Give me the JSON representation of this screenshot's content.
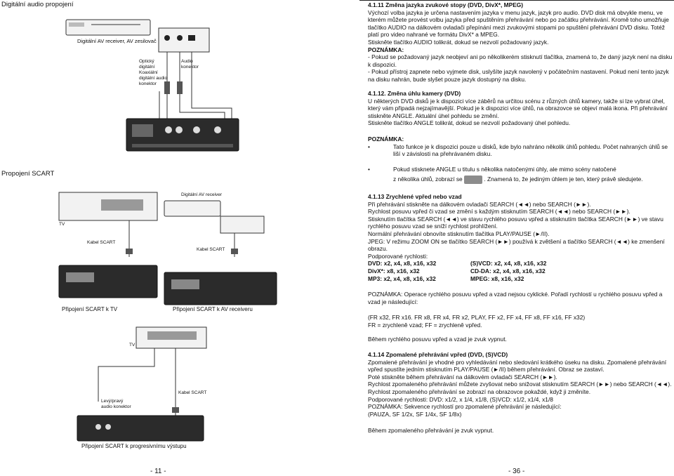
{
  "left": {
    "section1_title": "Digitální audio propojení",
    "section2_title": "Propojení SCART",
    "fig1": {
      "receiver_label": "Digitální AV receiver, AV zesilovač",
      "optical_label_1": "Optický",
      "optical_label_2": "digitální",
      "coax_label_1": "Koaxiální",
      "coax_label_2": "digitální audio",
      "connector_label_1": "konektor",
      "audio_label_1": "Audio",
      "audio_label_2": "konektor"
    },
    "fig2": {
      "av_receiver_label": "Digitální AV receiver",
      "cable_label_tv": "Kabel SCART",
      "cable_label_av": "Kabel SCART",
      "tv_label": "TV",
      "caption_tv": "Připojení SCART k TV",
      "caption_av": "Připojení SCART k AV receiveru"
    },
    "fig3": {
      "tv_label": "TV",
      "cable_label": "Kabel SCART",
      "audio_label_1": "Levý/pravý",
      "audio_label_2": "audio konektor",
      "caption": "Připojení SCART k progresivnímu výstupu"
    },
    "page_number": "- 11 -"
  },
  "right": {
    "s1_title": "4.1.11 Změna jazyka zvukové stopy (DVD, DivX*, MPEG)",
    "s1_p1": "Výchozí volba jazyka je určena nastavením jazyka v menu jazyk, jazyk pro audio. DVD disk má obvykle menu, ve kterém můžete provést volbu jazyka před spuštěním přehrávání nebo po začátku přehrávání. Kromě toho umožňuje tlačítko AUDIO na dálkovém ovladači přepínání mezi zvukovými stopami po spuštění přehrávání DVD disku. Totéž platí pro video nahrané ve formátu DivX* a MPEG.",
    "s1_p2": "Stiskněte tlačítko AUDIO tolikrát, dokud se nezvolí požadovaný jazyk.",
    "s1_note_title": "POZNÁMKA:",
    "s1_note1": "- Pokud se požadovaný jazyk neobjeví ani po několikerém stisknutí tlačítka, znamená to, že daný jazyk není na disku k dispozici.",
    "s1_note2": "- Pokud přístroj zapnete nebo vyjmete disk, uslyšíte jazyk navolený v počátečním nastavení. Pokud není tento jazyk na disku nahrán, bude slyšet pouze jazyk dostupný na disku.",
    "s2_title": "4.1.12. Změna úhlu kamery (DVD)",
    "s2_p1": "U některých DVD disků je k dispozici více záběrů na určitou scénu z různých úhlů kamery, takže si lze vybrat úhel, který vám připadá nejzajímavější. Pokud je k dispozici více úhlů, na obrazovce se objeví malá ikona. Při přehrávání stiskněte ANGLE. Aktuální úhel pohledu se změní.",
    "s2_p2": "Stiskněte tlačítko ANGLE tolikrát, dokud se nezvolí požadovaný úhel pohledu.",
    "s2_note_title": "POZNÁMKA:",
    "s2_bullet1": "Tato funkce je k dispozici pouze u disků, kde bylo nahráno několik úhlů pohledu. Počet nahraných úhlů se liší v závislosti na přehrávaném disku.",
    "s2_bullet2a": "Pokud stisknete ANGLE u titulu s několika natočenými úhly, ale mimo scény natočené",
    "s2_bullet2b": "z několika úhlů, zobrazí se",
    "s2_bullet2c": ". Znamená to, že jediným úhlem je ten, který právě sledujete.",
    "s3_title": "4.1.13 Zrychlené vpřed nebo vzad",
    "s3_l1": "Při přehrávání stiskněte na dálkovém ovladači SEARCH (◄◄) nebo SEARCH (►►).",
    "s3_l2": "Rychlost posuvu vpřed či vzad se změní s každým stisknutím SEARCH (◄◄) nebo SEARCH (►►).",
    "s3_l3": "Stisknutím tlačítka SEARCH (◄◄) ve stavu rychlého posuvu vpřed a stisknutím tlačítka SEARCH (►►) ve stavu rychlého posuvu vzad se sníží rychlost prohlížení.",
    "s3_l4": "Normální přehrávání obnovíte stisknutím tlačítka PLAY/PAUSE (►/II).",
    "s3_l5": "JPEG: V režimu ZOOM ON se tlačítko SEARCH (►►) používá k zvětšení a tlačítko SEARCH (◄◄) ke zmenšení obrazu.",
    "s3_l6": "Podporované rychlosti:",
    "s3_speeds": [
      [
        "DVD: x2, x4, x8, x16, x32",
        "(S)VCD: x2, x4, x8, x16, x32"
      ],
      [
        "DivX*: x8, x16, x32",
        "CD-DA: x2, x4, x8, x16, x32"
      ],
      [
        "MP3: x2, x4, x8, x16, x32",
        "MPEG: x8, x16, x32"
      ]
    ],
    "s3_note": "POZNÁMKA: Operace rychlého posuvu vpřed a vzad nejsou cyklické. Pořadí rychlostí u rychlého posuvu vpřed a vzad je následující:",
    "s3_seq1": "(FR x32, FR x16. FR x8, FR x4, FR x2, PLAY, FF x2, FF x4, FF x8, FF x16, FF x32)",
    "s3_seq2": "FR = zrychleně vzad; FF = zrychleně vpřed.",
    "s3_mute": "Během rychlého posuvu vpřed a vzad je zvuk vypnut.",
    "s4_title": "4.1.14 Zpomalené přehrávání vpřed (DVD, (S)VCD)",
    "s4_l1": "Zpomalené přehrávání je vhodné pro vyhledávání nebo sledování krátkého úseku na disku. Zpomalené přehrávání vpřed spustíte jedním stisknutím PLAY/PAUSE (►/II) během přehrávání. Obraz se zastaví.",
    "s4_l2": "Poté stiskněte během přehrávání na dálkovém ovladači SEARCH (►►).",
    "s4_l3": "Rychlost zpomaleného přehrávání můžete zvyšovat nebo snižovat stisknutím SEARCH (►►) nebo SEARCH (◄◄). Rychlost zpomaleného přehrávání se zobrazí na obrazovce pokaždé, když ji změníte.",
    "s4_l4": "Podporované rychlosti: DVD: x1/2, x 1/4, x1/8, (S)VCD: x1/2, x1/4, x1/8",
    "s4_l5": "POZNÁMKA: Sekvence rychlostí pro zpomalené přehrávání je následující:",
    "s4_l6": "(PAUZA, SF 1/2x, SF 1/4x, SF 1/8x)",
    "s4_mute": "Během zpomaleného přehrávání je zvuk vypnut.",
    "page_number": "- 36 -"
  }
}
